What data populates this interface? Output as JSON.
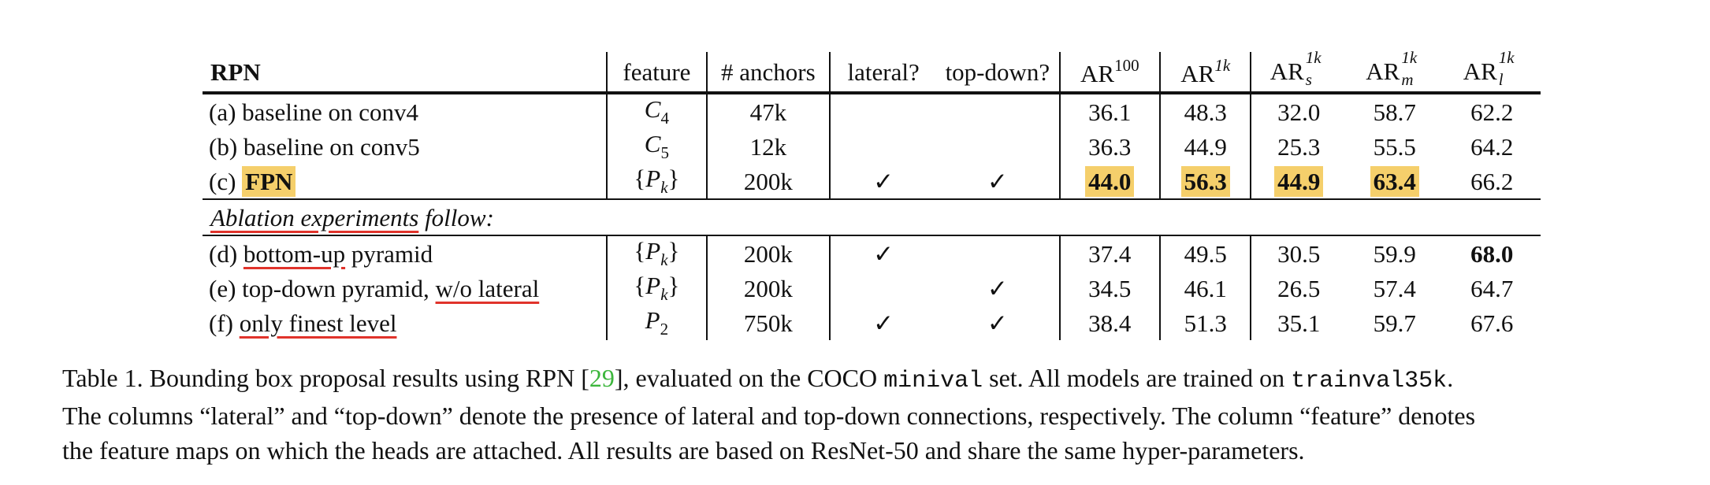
{
  "table": {
    "headers": {
      "rpn": "RPN",
      "feature": "feature",
      "anchors": "# anchors",
      "lateral": "lateral?",
      "topdown": "top-down?",
      "ar": "AR",
      "sup100": "100",
      "sup1k": "1k",
      "sub_s": "s",
      "sub_m": "m",
      "sub_l": "l"
    },
    "rows": [
      {
        "prefix": "(a) baseline on conv4",
        "feat_sym": "C",
        "feat_sub": "4",
        "anchors": "47k",
        "lateral": "",
        "topdown": "",
        "ar100": "36.1",
        "ar1k": "48.3",
        "ars": "32.0",
        "arm": "58.7",
        "arl": "62.2"
      },
      {
        "prefix": "(b) baseline on conv5",
        "feat_sym": "C",
        "feat_sub": "5",
        "anchors": "12k",
        "lateral": "",
        "topdown": "",
        "ar100": "36.3",
        "ar1k": "44.9",
        "ars": "25.3",
        "arm": "55.5",
        "arl": "64.2"
      },
      {
        "prefix": "(c)",
        "name_hl": "FPN",
        "feat": "{Pk}",
        "anchors": "200k",
        "lateral": "✓",
        "topdown": "✓",
        "ar100": "44.0",
        "ar1k": "56.3",
        "ars": "44.9",
        "arm": "63.4",
        "arl": "66.2"
      },
      {
        "prefix": "(d)",
        "name_ul": "bottom-up",
        "suffix": "pyramid",
        "feat": "{Pk}",
        "anchors": "200k",
        "lateral": "✓",
        "topdown": "",
        "ar100": "37.4",
        "ar1k": "49.5",
        "ars": "30.5",
        "arm": "59.9",
        "arl": "68.0"
      },
      {
        "prefix": "(e) top-down pyramid,",
        "name_ul": "w/o lateral",
        "feat": "{Pk}",
        "anchors": "200k",
        "lateral": "",
        "topdown": "✓",
        "ar100": "34.5",
        "ar1k": "46.1",
        "ars": "26.5",
        "arm": "57.4",
        "arl": "64.7"
      },
      {
        "prefix": "(f)",
        "name_ul": "only finest level",
        "feat_sym": "P",
        "feat_sub": "2",
        "anchors": "750k",
        "lateral": "✓",
        "topdown": "✓",
        "ar100": "38.4",
        "ar1k": "51.3",
        "ars": "35.1",
        "arm": "59.7",
        "arl": "67.6"
      }
    ],
    "ablation": {
      "underlined": "Ablation experiments",
      "rest": "follow:"
    },
    "pk": {
      "open": "{",
      "sym": "P",
      "sub": "k",
      "close": "}"
    }
  },
  "caption": {
    "t1": "Table 1. Bounding box proposal results using RPN [",
    "cite": "29",
    "t2": "], evaluated on the COCO ",
    "code1": "minival",
    "t3": " set. All models are trained on ",
    "code2": "trainval35k",
    "t4": ".",
    "line2": "The columns “lateral” and “top-down” denote the presence of lateral and top-down connections, respectively. The column “feature” denotes",
    "line3": "the feature maps on which the heads are attached. All results are based on ResNet-50 and share the same hyper-parameters."
  },
  "colors": {
    "highlight": "#f5cf6b",
    "underline": "#e0332b",
    "citation": "#3cb63c"
  }
}
